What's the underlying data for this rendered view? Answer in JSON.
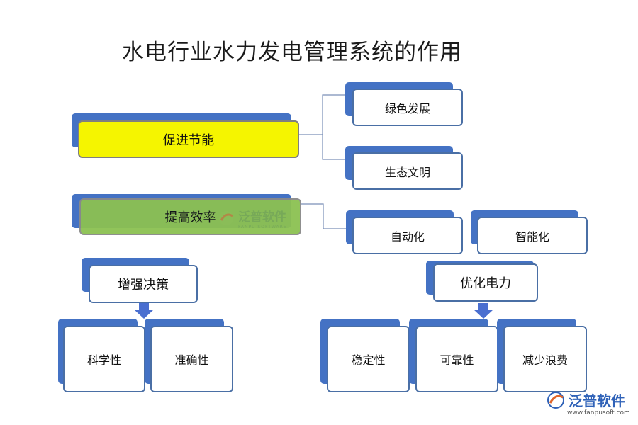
{
  "title": "水电行业水力发电管理系统的作用",
  "nodes": {
    "promote_saving": "促进节能",
    "green_development": "绿色发展",
    "eco_civilization": "生态文明",
    "improve_efficiency": "提高效率",
    "automation": "自动化",
    "intelligence": "智能化",
    "enhance_decision": "增强决策",
    "scientific": "科学性",
    "accuracy": "准确性",
    "optimize_power": "优化电力",
    "stability": "稳定性",
    "reliability": "可靠性",
    "reduce_waste": "减少浪费"
  },
  "watermark": {
    "text": "泛普软件",
    "sub": "FANPU SOFTWARE"
  },
  "logo": {
    "brand": "泛普软件",
    "url": "www.fanpusoft.com"
  },
  "colors": {
    "accent": "#4472c4",
    "yellow": "#f5f500",
    "green": "#8cc152",
    "arrow": "#4a6fd0"
  }
}
